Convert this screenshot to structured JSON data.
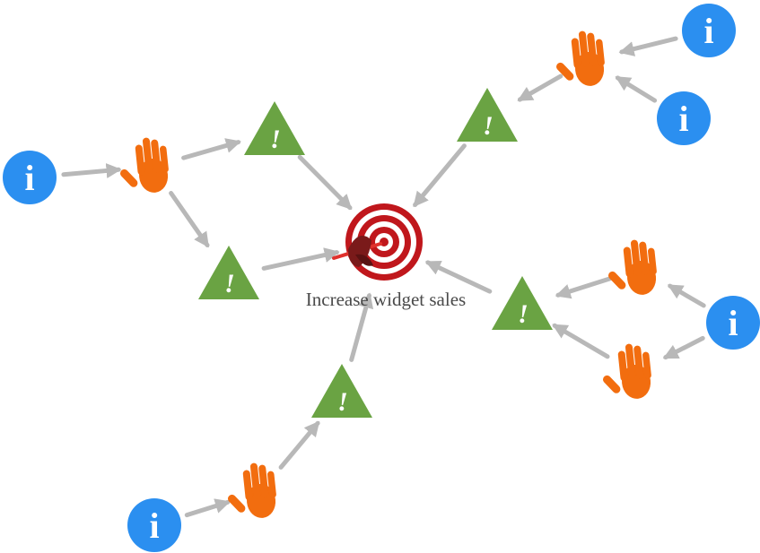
{
  "goal": {
    "label": "Increase widget sales",
    "icon": "target-with-dart-icon"
  },
  "node_kinds": {
    "information": {
      "glyph": "i",
      "icon": "info-circle-icon",
      "color": "#2b8ff0"
    },
    "action": {
      "icon": "raised-hand-icon",
      "color": "#f26d0f"
    },
    "risk": {
      "glyph": "!",
      "icon": "warning-triangle-icon",
      "color": "#6aa343"
    }
  },
  "colors": {
    "arrow": "#b8b8b8",
    "target_red": "#c0171c",
    "dart_red": "#e0312d",
    "label_text": "#4a4a4a"
  },
  "nodes": [
    {
      "id": "info-left",
      "kind": "information"
    },
    {
      "id": "hand-left",
      "kind": "action"
    },
    {
      "id": "warn-top-left",
      "kind": "risk"
    },
    {
      "id": "warn-mid-left",
      "kind": "risk"
    },
    {
      "id": "info-top-right-1",
      "kind": "information"
    },
    {
      "id": "info-top-right-2",
      "kind": "information"
    },
    {
      "id": "hand-top-right",
      "kind": "action"
    },
    {
      "id": "warn-top-right",
      "kind": "risk"
    },
    {
      "id": "info-right",
      "kind": "information"
    },
    {
      "id": "hand-right-top",
      "kind": "action"
    },
    {
      "id": "hand-right-bottom",
      "kind": "action"
    },
    {
      "id": "warn-right",
      "kind": "risk"
    },
    {
      "id": "info-bottom",
      "kind": "information"
    },
    {
      "id": "hand-bottom",
      "kind": "action"
    },
    {
      "id": "warn-bottom",
      "kind": "risk"
    },
    {
      "id": "goal",
      "kind": "goal"
    }
  ],
  "edges": [
    [
      "info-left",
      "hand-left"
    ],
    [
      "hand-left",
      "warn-top-left"
    ],
    [
      "hand-left",
      "warn-mid-left"
    ],
    [
      "warn-top-left",
      "goal"
    ],
    [
      "warn-mid-left",
      "goal"
    ],
    [
      "info-top-right-1",
      "hand-top-right"
    ],
    [
      "info-top-right-2",
      "hand-top-right"
    ],
    [
      "hand-top-right",
      "warn-top-right"
    ],
    [
      "warn-top-right",
      "goal"
    ],
    [
      "info-right",
      "hand-right-top"
    ],
    [
      "info-right",
      "hand-right-bottom"
    ],
    [
      "hand-right-top",
      "warn-right"
    ],
    [
      "hand-right-bottom",
      "warn-right"
    ],
    [
      "warn-right",
      "goal"
    ],
    [
      "info-bottom",
      "hand-bottom"
    ],
    [
      "hand-bottom",
      "warn-bottom"
    ],
    [
      "warn-bottom",
      "goal"
    ]
  ]
}
